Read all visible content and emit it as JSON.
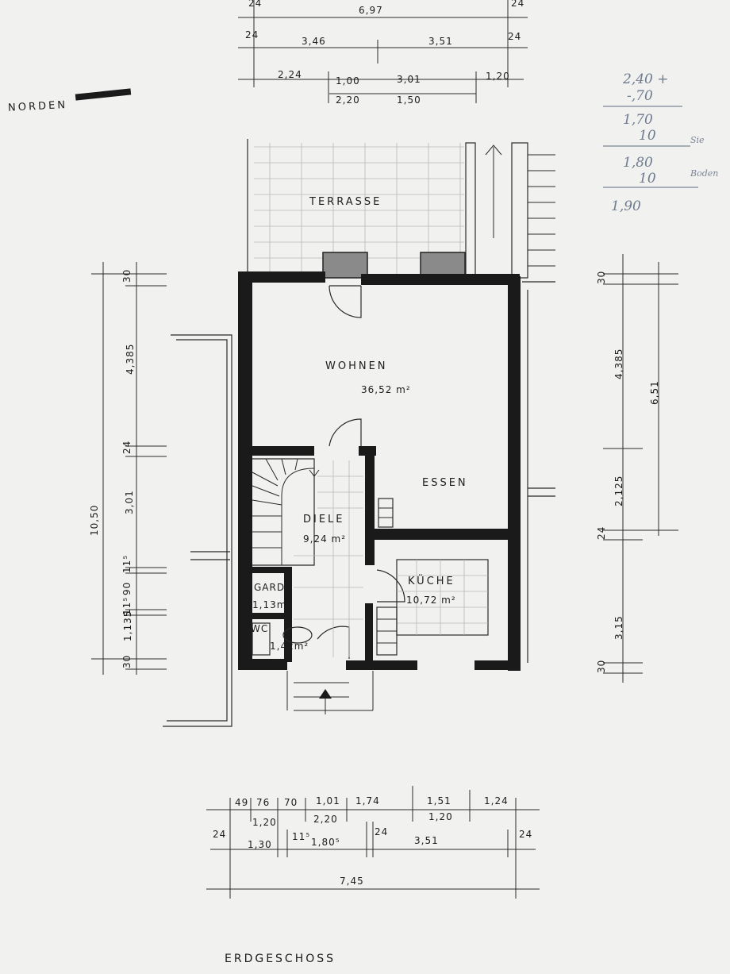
{
  "north_label": "NORDEN",
  "title": "ERDGESCHOSS",
  "rooms": [
    {
      "name": "TERRASSE",
      "area": ""
    },
    {
      "name": "WOHNEN",
      "area": "36,52 m²"
    },
    {
      "name": "ESSEN",
      "area": ""
    },
    {
      "name": "DIELE",
      "area": "9,24 m²"
    },
    {
      "name": "KÜCHE",
      "area": "10,72 m²"
    },
    {
      "name": "GARD.",
      "area": "1,13m²"
    },
    {
      "name": "WC",
      "area": "1,42m²"
    }
  ],
  "dimensions": {
    "top": [
      {
        "text": "24"
      },
      {
        "text": "6,97"
      },
      {
        "text": "24"
      },
      {
        "text": "24"
      },
      {
        "text": "3,46"
      },
      {
        "text": "3,51"
      },
      {
        "text": "24"
      },
      {
        "text": "2,24"
      },
      {
        "text": "1,00"
      },
      {
        "text": "3,01"
      },
      {
        "text": "1,20"
      },
      {
        "text": "2,20"
      },
      {
        "text": "1,50"
      }
    ],
    "left": [
      {
        "text": "30"
      },
      {
        "text": "4,385"
      },
      {
        "text": "24"
      },
      {
        "text": "3,01"
      },
      {
        "text": "11⁵"
      },
      {
        "text": "90"
      },
      {
        "text": "11⁵"
      },
      {
        "text": "1,135"
      },
      {
        "text": "30"
      },
      {
        "text": "10,50"
      }
    ],
    "right": [
      {
        "text": "30"
      },
      {
        "text": "4,385"
      },
      {
        "text": "6,51"
      },
      {
        "text": "2,125"
      },
      {
        "text": "24"
      },
      {
        "text": "3,15"
      },
      {
        "text": "30"
      }
    ],
    "bottom": [
      {
        "text": "49"
      },
      {
        "text": "76"
      },
      {
        "text": "70"
      },
      {
        "text": "1,01"
      },
      {
        "text": "1,74"
      },
      {
        "text": "1,51"
      },
      {
        "text": "1,24"
      },
      {
        "text": "1,20"
      },
      {
        "text": "2,20"
      },
      {
        "text": "1,20"
      },
      {
        "text": "24"
      },
      {
        "text": "1,30"
      },
      {
        "text": "11⁵"
      },
      {
        "text": "1,80⁵"
      },
      {
        "text": "24"
      },
      {
        "text": "3,51"
      },
      {
        "text": "24"
      },
      {
        "text": "7,45"
      }
    ]
  },
  "handwritten": [
    {
      "text": "2,40 +"
    },
    {
      "text": "-,70"
    },
    {
      "text": "1,70"
    },
    {
      "text": "10"
    },
    {
      "text": "Sie"
    },
    {
      "text": "1,80"
    },
    {
      "text": "10"
    },
    {
      "text": "Boden"
    },
    {
      "text": "1,90"
    }
  ],
  "colors": {
    "paper": "#f1f1ef",
    "ink": "#1a1a1a",
    "pencil": "#6f7b8f"
  }
}
